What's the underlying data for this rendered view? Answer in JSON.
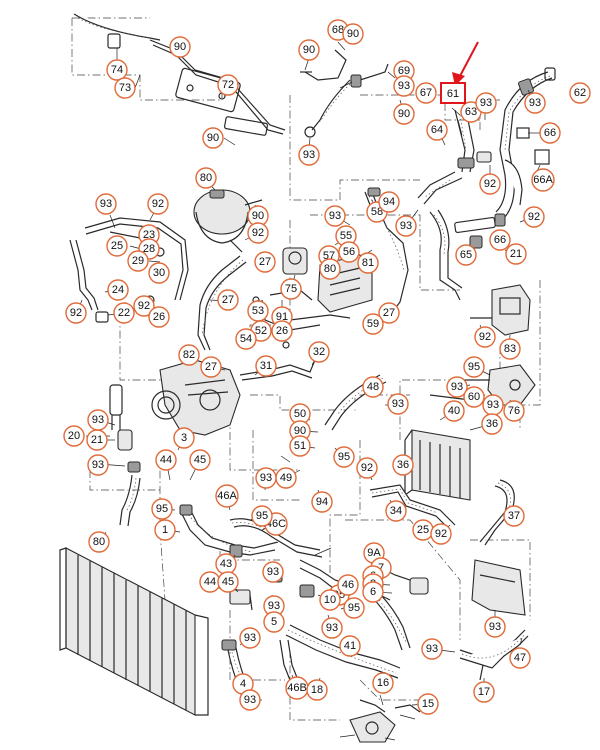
{
  "diagram": {
    "highlighted_part": "61",
    "accent_color": "#e06a38",
    "highlight_color": "#e0161c",
    "callouts": [
      "90",
      "74",
      "73",
      "72",
      "90",
      "68",
      "90",
      "90",
      "69",
      "93",
      "67",
      "90",
      "93",
      "62",
      "93",
      "63",
      "93",
      "64",
      "66",
      "92",
      "66A",
      "80",
      "90",
      "92",
      "93",
      "58",
      "94",
      "93",
      "92",
      "66",
      "21",
      "65",
      "93",
      "92",
      "25",
      "23",
      "28",
      "29",
      "30",
      "27",
      "55",
      "56",
      "57",
      "80",
      "81",
      "92",
      "24",
      "22",
      "92",
      "26",
      "27",
      "75",
      "53",
      "91",
      "52",
      "26",
      "54",
      "27",
      "59",
      "92",
      "83",
      "82",
      "27",
      "32",
      "31",
      "95",
      "93",
      "60",
      "76",
      "93",
      "93",
      "48",
      "40",
      "36",
      "20",
      "21",
      "93",
      "93",
      "3",
      "44",
      "45",
      "50",
      "90",
      "51",
      "95",
      "49",
      "93",
      "94",
      "92",
      "36",
      "34",
      "25",
      "92",
      "37",
      "95",
      "1",
      "46A",
      "46C",
      "95",
      "80",
      "43",
      "44",
      "45",
      "9A",
      "7",
      "6",
      "8",
      "6",
      "95",
      "46",
      "10",
      "93",
      "95",
      "93",
      "93",
      "5",
      "41",
      "93",
      "93",
      "47",
      "93",
      "4",
      "93",
      "46B",
      "18",
      "16",
      "17",
      "15"
    ]
  }
}
